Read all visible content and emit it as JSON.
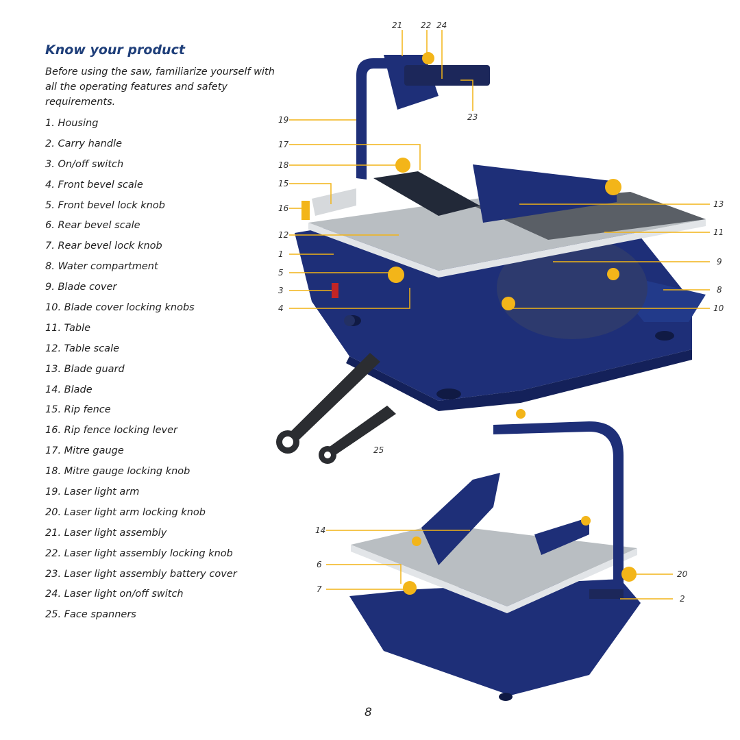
{
  "page": {
    "heading": "Know your product",
    "intro": "Before using the saw, familiarize yourself with all the operating features and safety requirements.",
    "page_number": "8"
  },
  "parts": [
    {
      "num": "1.",
      "label": "Housing"
    },
    {
      "num": "2.",
      "label": "Carry handle"
    },
    {
      "num": "3.",
      "label": "On/off switch"
    },
    {
      "num": "4.",
      "label": "Front bevel scale"
    },
    {
      "num": "5.",
      "label": "Front bevel lock knob"
    },
    {
      "num": "6.",
      "label": "Rear bevel scale"
    },
    {
      "num": "7.",
      "label": "Rear bevel lock knob"
    },
    {
      "num": "8.",
      "label": "Water compartment"
    },
    {
      "num": "9.",
      "label": "Blade cover"
    },
    {
      "num": "10.",
      "label": "Blade cover locking knobs"
    },
    {
      "num": "11.",
      "label": "Table"
    },
    {
      "num": "12.",
      "label": "Table scale"
    },
    {
      "num": "13.",
      "label": "Blade guard"
    },
    {
      "num": "14.",
      "label": "Blade"
    },
    {
      "num": "15.",
      "label": "Rip fence"
    },
    {
      "num": "16.",
      "label": "Rip fence locking lever"
    },
    {
      "num": "17.",
      "label": "Mitre gauge"
    },
    {
      "num": "18.",
      "label": "Mitre gauge locking knob"
    },
    {
      "num": "19.",
      "label": "Laser light arm"
    },
    {
      "num": "20.",
      "label": "Laser light arm locking knob"
    },
    {
      "num": "21.",
      "label": "Laser light assembly"
    },
    {
      "num": "22.",
      "label": "Laser light assembly locking knob"
    },
    {
      "num": "23.",
      "label": "Laser light assembly battery cover"
    },
    {
      "num": "24.",
      "label": "Laser light on/off switch"
    },
    {
      "num": "25.",
      "label": "Face spanners"
    }
  ],
  "callouts": [
    "21",
    "22",
    "24",
    "19",
    "23",
    "17",
    "18",
    "15",
    "16",
    "13",
    "12",
    "11",
    "1",
    "9",
    "5",
    "3",
    "8",
    "4",
    "10",
    "25",
    "14",
    "6",
    "20",
    "7",
    "2"
  ],
  "colors": {
    "heading": "#1f3f7a",
    "callout_line": "#f2b416",
    "saw_body": "#1e2f78",
    "table_surface": "#b9bec2",
    "knob": "#f3b519"
  }
}
